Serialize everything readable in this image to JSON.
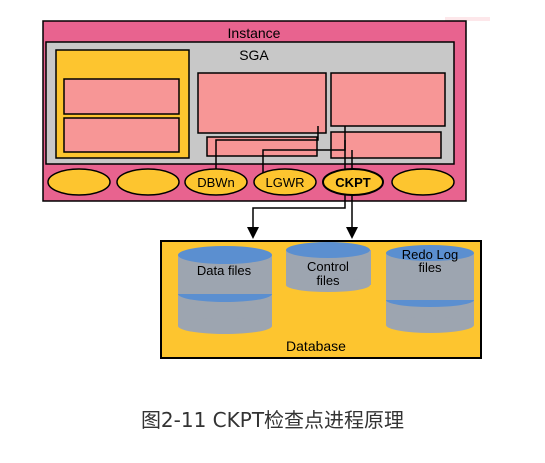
{
  "labels": {
    "instance": "Instance",
    "sga": "SGA",
    "dbwn": "DBWn",
    "lgwr": "LGWR",
    "ckpt": "CKPT",
    "database": "Database",
    "data_files": "Data files",
    "control_files_line1": "Control",
    "control_files_line2": "files",
    "redo_log_line1": "Redo Log",
    "redo_log_line2": "files"
  },
  "caption": "图2-11 CKPT检查点进程原理",
  "colors": {
    "instance_fill": "#e8638f",
    "sga_fill": "#c8c8c8",
    "buffer_fill": "#f79696",
    "gold_fill": "#fdc52f",
    "cylinder_top": "#5b8fd0",
    "cylinder_body": "#9da5b0",
    "database_fill": "#fdc52f"
  }
}
